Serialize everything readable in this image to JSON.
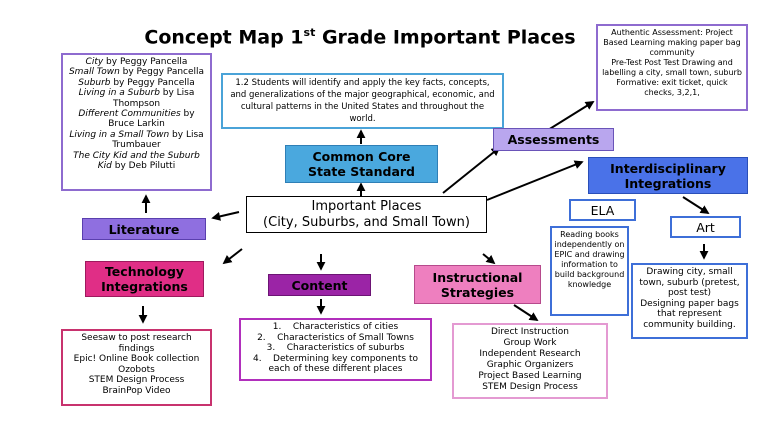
{
  "title": {
    "text": "Concept Map 1",
    "superscript": "st",
    "rest": " Grade Important Places"
  },
  "literature_books": [
    {
      "title": "City",
      "author": " by Peggy Pancella"
    },
    {
      "title": "Small Town",
      "author": " by Peggy Pancella"
    },
    {
      "title": "Suburb",
      "author": " by Peggy Pancella"
    },
    {
      "title": "Living in a Suburb",
      "author": " by Lisa Thompson"
    },
    {
      "title": "Different Communities",
      "author": " by Bruce Larkin"
    },
    {
      "title": "Living in a Small Town",
      "author": " by Lisa Trumbauer"
    },
    {
      "title": "The City Kid and the Suburb Kid",
      "author": " by Deb Pilutti"
    }
  ],
  "standard_text": "1.2 Students will identify and apply the key facts, concepts, and generalizations of the major geographical, economic, and cultural patterns in the United States and throughout the world.",
  "common_core": {
    "line1": "Common Core",
    "line2": "State Standard"
  },
  "assessment_details": [
    "Authentic Assessment: Project Based Learning making paper bag community",
    "Pre-Test Post Test  Drawing and labelling a city, small town, suburb",
    "Formative: exit ticket, quick checks, 3,2,1,"
  ],
  "assessments_label": "Assessments",
  "interdisciplinary": {
    "line1": "Interdisciplinary",
    "line2": "Integrations"
  },
  "center": {
    "line1": "Important Places",
    "line2": "(City, Suburbs, and Small Town)"
  },
  "literature_label": "Literature",
  "ela_label": "ELA",
  "art_label": "Art",
  "ela_detail": "Reading books independently on EPIC and drawing information to build background knowledge",
  "art_detail": [
    "Drawing city, small town, suburb (pretest, post test)",
    "Designing paper bags that represent community building."
  ],
  "technology": {
    "line1": "Technology",
    "line2": "Integrations"
  },
  "content_label": "Content",
  "instructional": {
    "line1": "Instructional",
    "line2": "Strategies"
  },
  "technology_details": [
    "Seesaw to post research findings",
    "Epic! Online Book collection",
    "Ozobots",
    "STEM Design Process",
    "BrainPop Video"
  ],
  "content_items": [
    {
      "num": "1.",
      "text": "Characteristics of cities"
    },
    {
      "num": "2.",
      "text": "Characteristics of Small Towns"
    },
    {
      "num": "3.",
      "text": "Characteristics of suburbs"
    },
    {
      "num": "4.",
      "text": "Determining key components to each of these different places"
    }
  ],
  "strategy_details": [
    "Direct Instruction",
    "Group Work",
    "Independent Research",
    "Graphic Organizers",
    "Project Based Learning",
    "STEM Design Process"
  ],
  "colors": {
    "literature": "#8f6fe0",
    "purple_border": "#8e6bcf",
    "standard_border": "#4aa3d8",
    "common_core": "#4aa8de",
    "assessments": "#b9a6ee",
    "interdisciplinary": "#4a72e8",
    "blue_border": "#3e6fd8",
    "technology": "#e02e86",
    "technology_border": "#c8326e",
    "content": "#9b24a6",
    "content_border": "#b12fbc",
    "instructional": "#ee7fbf",
    "strategy_border": "#e49ad2"
  }
}
